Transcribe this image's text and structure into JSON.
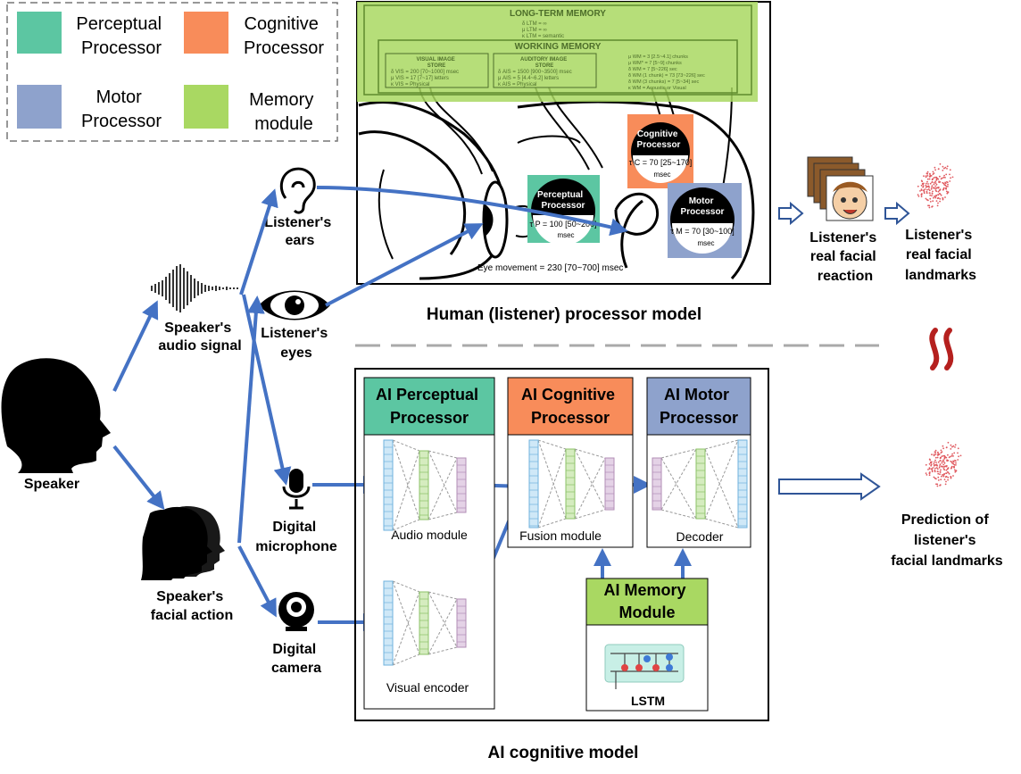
{
  "legend": {
    "perceptual": "Perceptual Processor",
    "cognitive": "Cognitive Processor",
    "motor": "Motor Processor",
    "memory": "Memory module",
    "colors": {
      "perceptual": "#5cc6a2",
      "cognitive": "#f88c5a",
      "motor": "#8ea2cc",
      "memory": "#a9d862"
    }
  },
  "human_model": {
    "title": "Human (listener) processor model",
    "long_term_memory": "LONG-TERM MEMORY",
    "working_memory": "WORKING MEMORY",
    "ltm_params": [
      "δ LTM = ∞",
      "μ LTM = ∞",
      "κ LTM = semantic"
    ],
    "visual_store": {
      "title": [
        "VISUAL IMAGE",
        "STORE"
      ],
      "params": [
        "δ VIS = 200 [70~1000] msec",
        "μ VIS = 17 [7~17] letters",
        "κ VIS = Physical"
      ]
    },
    "auditory_store": {
      "title": [
        "AUDITORY IMAGE",
        "STORE"
      ],
      "params": [
        "δ AIS = 1500 [900~3500] msec",
        "μ AIS = 5 [4.4~6.2] letters",
        "κ AIS = Physical"
      ]
    },
    "wm_params": [
      "μ WM = 3 [2.5~4.1] chunks",
      "μ WM* = 7 [5~9] chunks",
      "δ WM = 7 [5~226] sec",
      "δ WM (1 chunk) = 73 [73~226] sec",
      "δ WM (3 chunks) = 7 [5~34] sec",
      "κ WM = Acoustic or Visual"
    ],
    "perceptual_badge": {
      "title": [
        "Perceptual",
        "Processor"
      ],
      "tau": "τ P = 100 [50~200]",
      "unit": "msec"
    },
    "cognitive_badge": {
      "title": [
        "Cognitive",
        "Processor"
      ],
      "tau": "τ C = 70 [25~170]",
      "unit": "msec"
    },
    "motor_badge": {
      "title": [
        "Motor",
        "Processor"
      ],
      "tau": "τ M = 70 [30~100]",
      "unit": "msec"
    },
    "eye_movement": "Eye movement = 230 [70~700] msec"
  },
  "left": {
    "speaker": "Speaker",
    "audio_signal": [
      "Speaker's",
      "audio signal"
    ],
    "facial_action": [
      "Speaker's",
      "facial action"
    ],
    "ears": [
      "Listener's",
      "ears"
    ],
    "eyes": [
      "Listener's",
      "eyes"
    ],
    "microphone": [
      "Digital",
      "microphone"
    ],
    "camera": [
      "Digital",
      "camera"
    ]
  },
  "ai_model": {
    "title": "AI cognitive model",
    "perceptual": [
      "AI Perceptual",
      "Processor"
    ],
    "cognitive": [
      "AI Cognitive",
      "Processor"
    ],
    "motor": [
      "AI Motor",
      "Processor"
    ],
    "memory": [
      "AI Memory",
      "Module"
    ],
    "audio_module": "Audio module",
    "visual_encoder": "Visual encoder",
    "fusion_module": "Fusion module",
    "decoder": "Decoder",
    "lstm": "LSTM"
  },
  "right": {
    "real_reaction": [
      "Listener's",
      "real facial",
      "reaction"
    ],
    "real_landmarks": [
      "Listener's",
      "real facial",
      "landmarks"
    ],
    "prediction": [
      "Prediction of",
      "listener's",
      "facial landmarks"
    ]
  }
}
